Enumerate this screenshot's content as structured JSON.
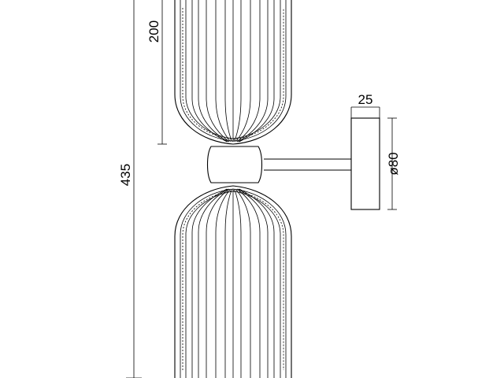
{
  "dimensions": {
    "total_height": "435",
    "shade_height": "200",
    "backplate_depth": "25",
    "backplate_diameter": "ø80"
  }
}
